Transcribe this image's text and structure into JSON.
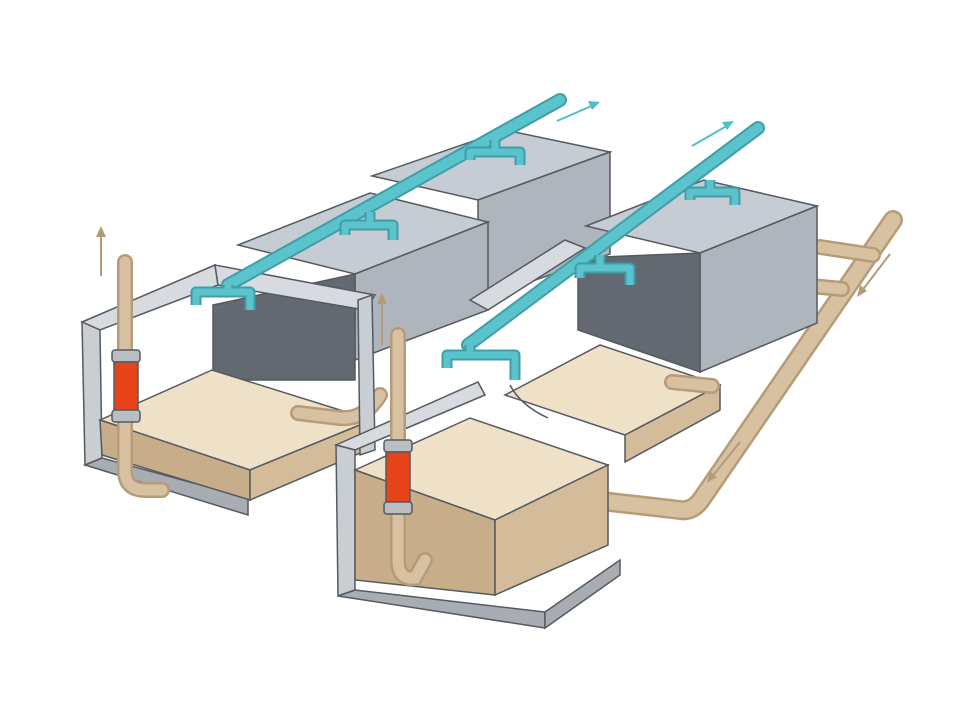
{
  "diagram": {
    "subject": "",
    "colors": {
      "background": "#ffffff",
      "wall": "#d7dbdf",
      "wall_dark": "#a7adb3",
      "tank_top": "#c5ccd3",
      "tank_side_light": "#aeb5bc",
      "tank_side_dark": "#626970",
      "sand_top": "#efe1c8",
      "sand_side": "#c8ad8b",
      "pipe_cyan": "#5ac3cc",
      "pipe_cyan_dark": "#3f9ea8",
      "pipe_tan": "#d8c1a0",
      "pipe_tan_dark": "#b79b78",
      "pump_red": "#e8441c",
      "pump_metal": "#b9bec3",
      "arrow_cyan": "#4fbfc8",
      "arrow_tan": "#b59a78",
      "outline": "#555a60"
    },
    "icons": {
      "flow_out_arrow": "arrow-up-right",
      "flow_in_arrow": "arrow-down-left",
      "lift_arrow": "arrow-up"
    }
  }
}
